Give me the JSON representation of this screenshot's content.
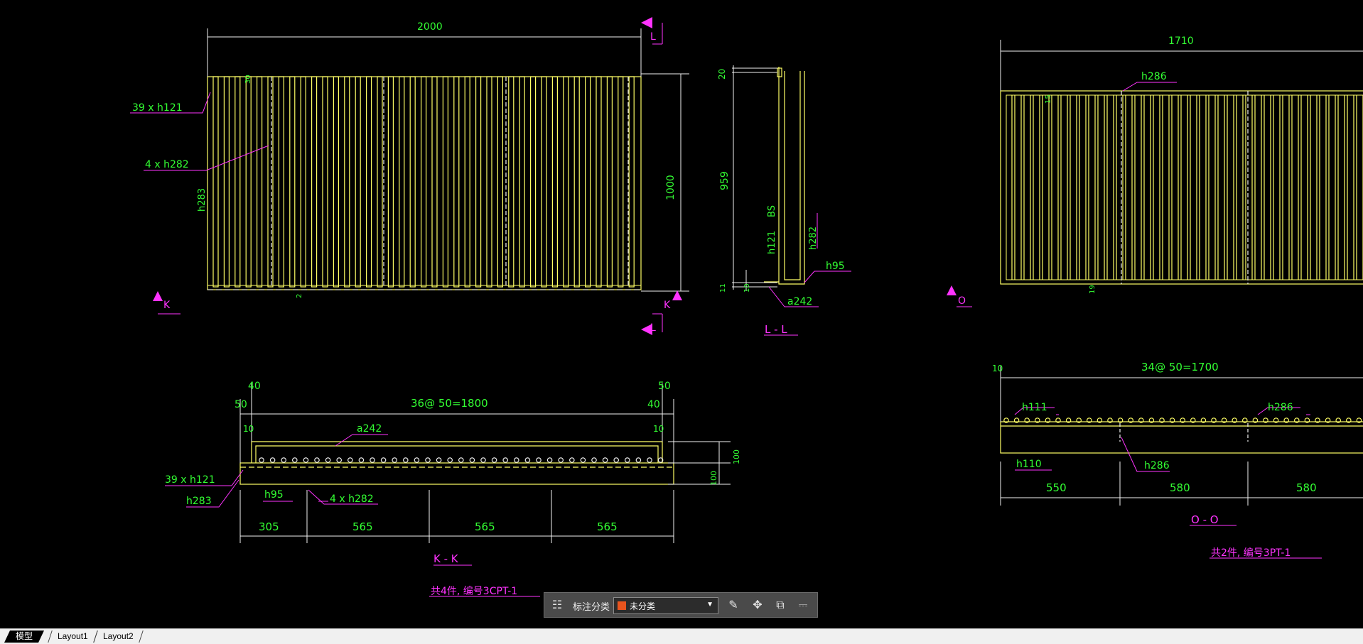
{
  "colors": {
    "bg": "#000000",
    "geometry": "#ffff66",
    "dim": "#f2f2f2",
    "text": "#33ff33",
    "leader": "#ff33ff"
  },
  "view1": {
    "width_dim": "2000",
    "height_dim": "1000",
    "label_bars_a": "39 x  h121",
    "label_bars_b": "4 x  h282",
    "label_side": "h283",
    "small_top": "30",
    "small_bottom": "2",
    "sec_K_left": "K",
    "sec_K_right": "K",
    "sec_L_top": "L",
    "sec_L_bottom": "L"
  },
  "sectionLL": {
    "dim_20": "20",
    "dim_959": "959",
    "dim_11": "11",
    "dim_10": "10",
    "bs": "BS",
    "h121": "h121",
    "h282": "h282",
    "h95": "h95",
    "a242": "a242",
    "title": "L - L"
  },
  "sectionKK": {
    "d40a": "40",
    "d40b": "40",
    "d50a": "50",
    "d50b": "50",
    "d10a": "10",
    "d10b": "10",
    "spacing": "36@  50=1800",
    "a242": "a242",
    "h100a": "100",
    "h100b": "100",
    "bars": "39 x  h121",
    "h283": "h283",
    "h95": "h95",
    "h282": "4 x  h282",
    "seg1": "305",
    "seg2": "565",
    "seg3": "565",
    "seg4": "565",
    "title": "K - K",
    "part": "共4件, 编号3CPT-1"
  },
  "view2": {
    "width_dim": "1710",
    "h286": "h286",
    "small_top": "15",
    "small_bottom": "19",
    "sec_O": "O"
  },
  "sectionOO": {
    "d10": "10",
    "spacing": "34@  50=1700",
    "h111": "h111",
    "h286a": "h286",
    "h110": "h110",
    "h286b": "h286",
    "seg1": "550",
    "seg2": "580",
    "seg3": "580",
    "title": "O - O",
    "part": "共2件, 编号3PT-1"
  },
  "toolbar": {
    "label": "标注分类",
    "value": "未分类",
    "swatch_color": "#e8541e",
    "icons": [
      "grid-icon",
      "edit-icon",
      "move-icon",
      "copy-icon",
      "paste-icon"
    ]
  },
  "tabs": [
    "模型",
    "Layout1",
    "Layout2"
  ]
}
